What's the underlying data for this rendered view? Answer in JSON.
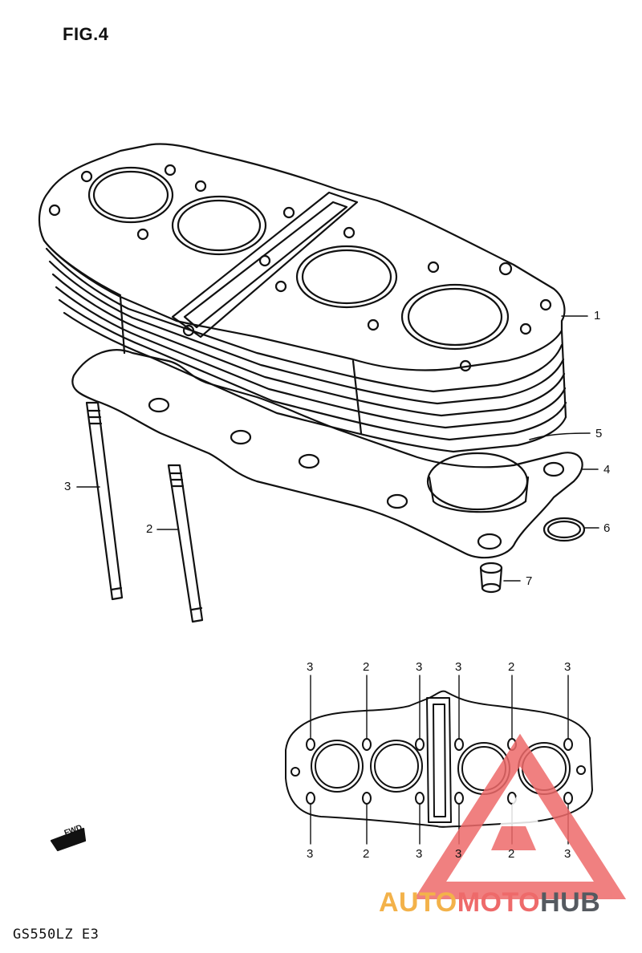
{
  "figure": {
    "title": "FIG.4",
    "model_code": "GS550LZ E3"
  },
  "callouts": [
    {
      "id": "c1",
      "text": "1"
    },
    {
      "id": "c5",
      "text": "5"
    },
    {
      "id": "c4",
      "text": "4"
    },
    {
      "id": "c6",
      "text": "6"
    },
    {
      "id": "c7",
      "text": "7"
    },
    {
      "id": "c3",
      "text": "3"
    },
    {
      "id": "c2",
      "text": "2"
    }
  ],
  "layout_labels": {
    "top": [
      "3",
      "2",
      "3",
      "3",
      "2",
      "3"
    ],
    "bottom": [
      "3",
      "2",
      "3",
      "3",
      "2",
      "3"
    ]
  },
  "forward_marker": "FWD",
  "watermark": {
    "part1": "AUTO",
    "part2": "MOTO",
    "part3": "HUB",
    "colors": {
      "auto": "#f3b24a",
      "moto": "#ee6a6a",
      "hub": "#555a60"
    }
  }
}
